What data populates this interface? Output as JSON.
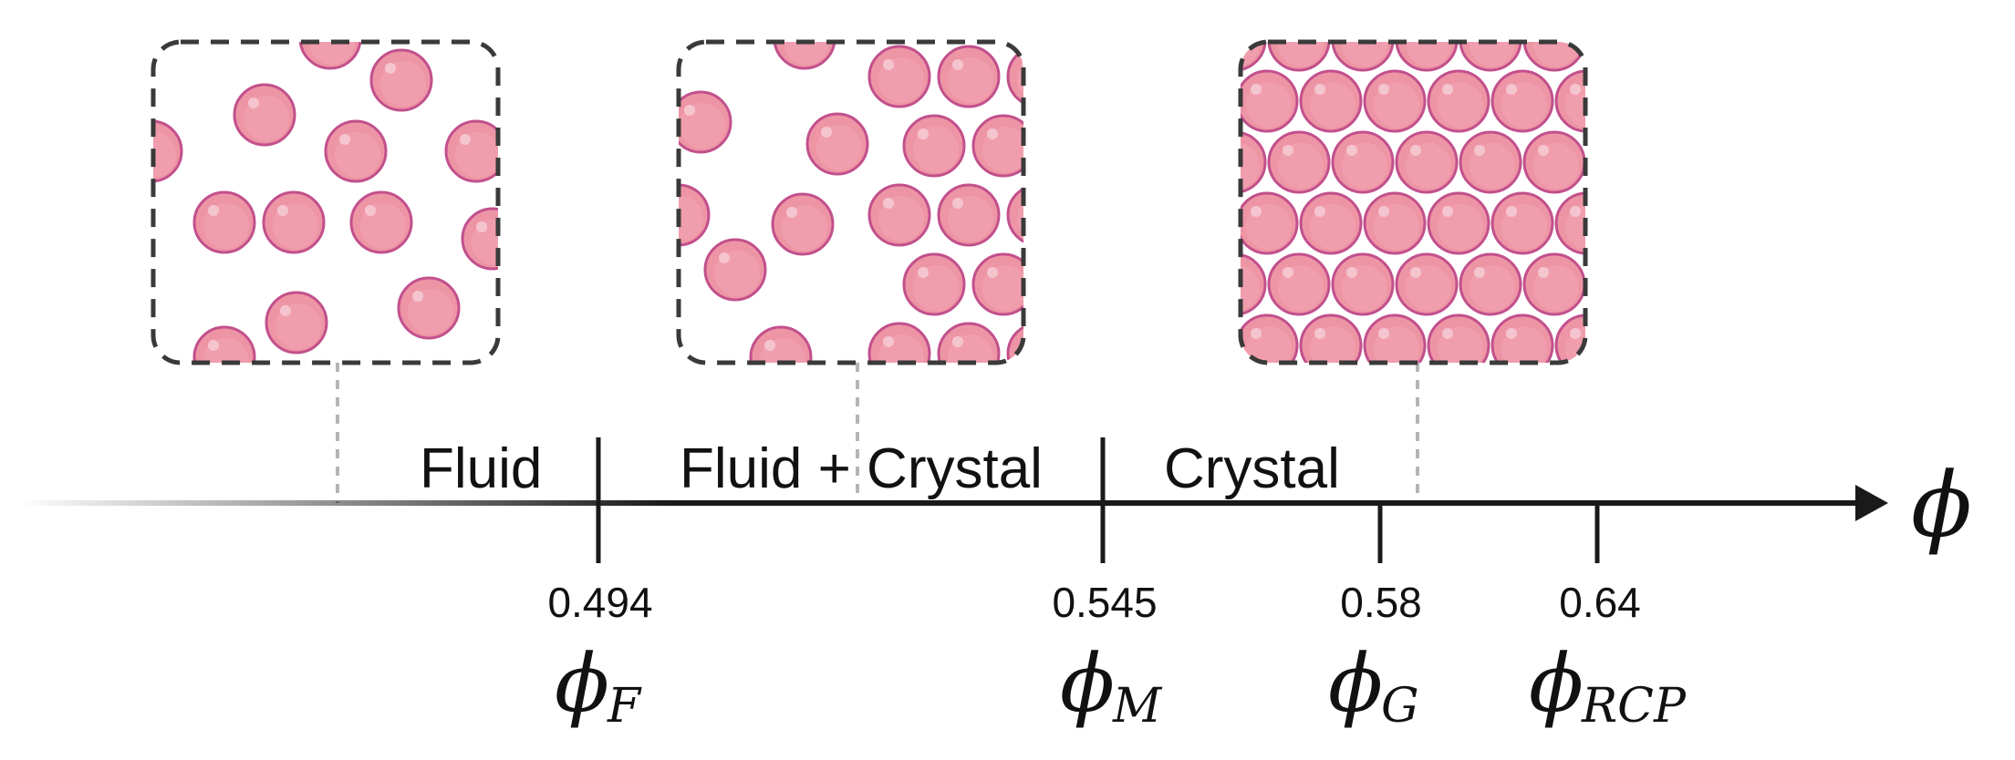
{
  "colors": {
    "particle_fill": "#ee95a5",
    "particle_edge": "#c2508c",
    "particle_highlight": "#f5c5cf",
    "frame_stroke": "#3a3a3a",
    "axis": "#1a1a1a",
    "guide": "#b5b5b5"
  },
  "axis": {
    "symbol": "ϕ"
  },
  "phases": [
    {
      "key": "fluid",
      "label": "Fluid"
    },
    {
      "key": "coexistence",
      "label": "Fluid + Crystal"
    },
    {
      "key": "crystal",
      "label": "Crystal"
    }
  ],
  "ticks": [
    {
      "key": "freezing",
      "value": "0.494",
      "symbol": "ϕ",
      "subscript": "F"
    },
    {
      "key": "melting",
      "value": "0.545",
      "symbol": "ϕ",
      "subscript": "M"
    },
    {
      "key": "glass",
      "value": "0.58",
      "symbol": "ϕ",
      "subscript": "G"
    },
    {
      "key": "random-close-packing",
      "value": "0.64",
      "symbol": "ϕ",
      "subscript": "RCP"
    }
  ],
  "panels": [
    {
      "key": "fluid",
      "icon": "fluid-particles-icon"
    },
    {
      "key": "coexistence",
      "icon": "fluid-crystal-particles-icon"
    },
    {
      "key": "crystal",
      "icon": "crystal-particles-icon"
    }
  ]
}
